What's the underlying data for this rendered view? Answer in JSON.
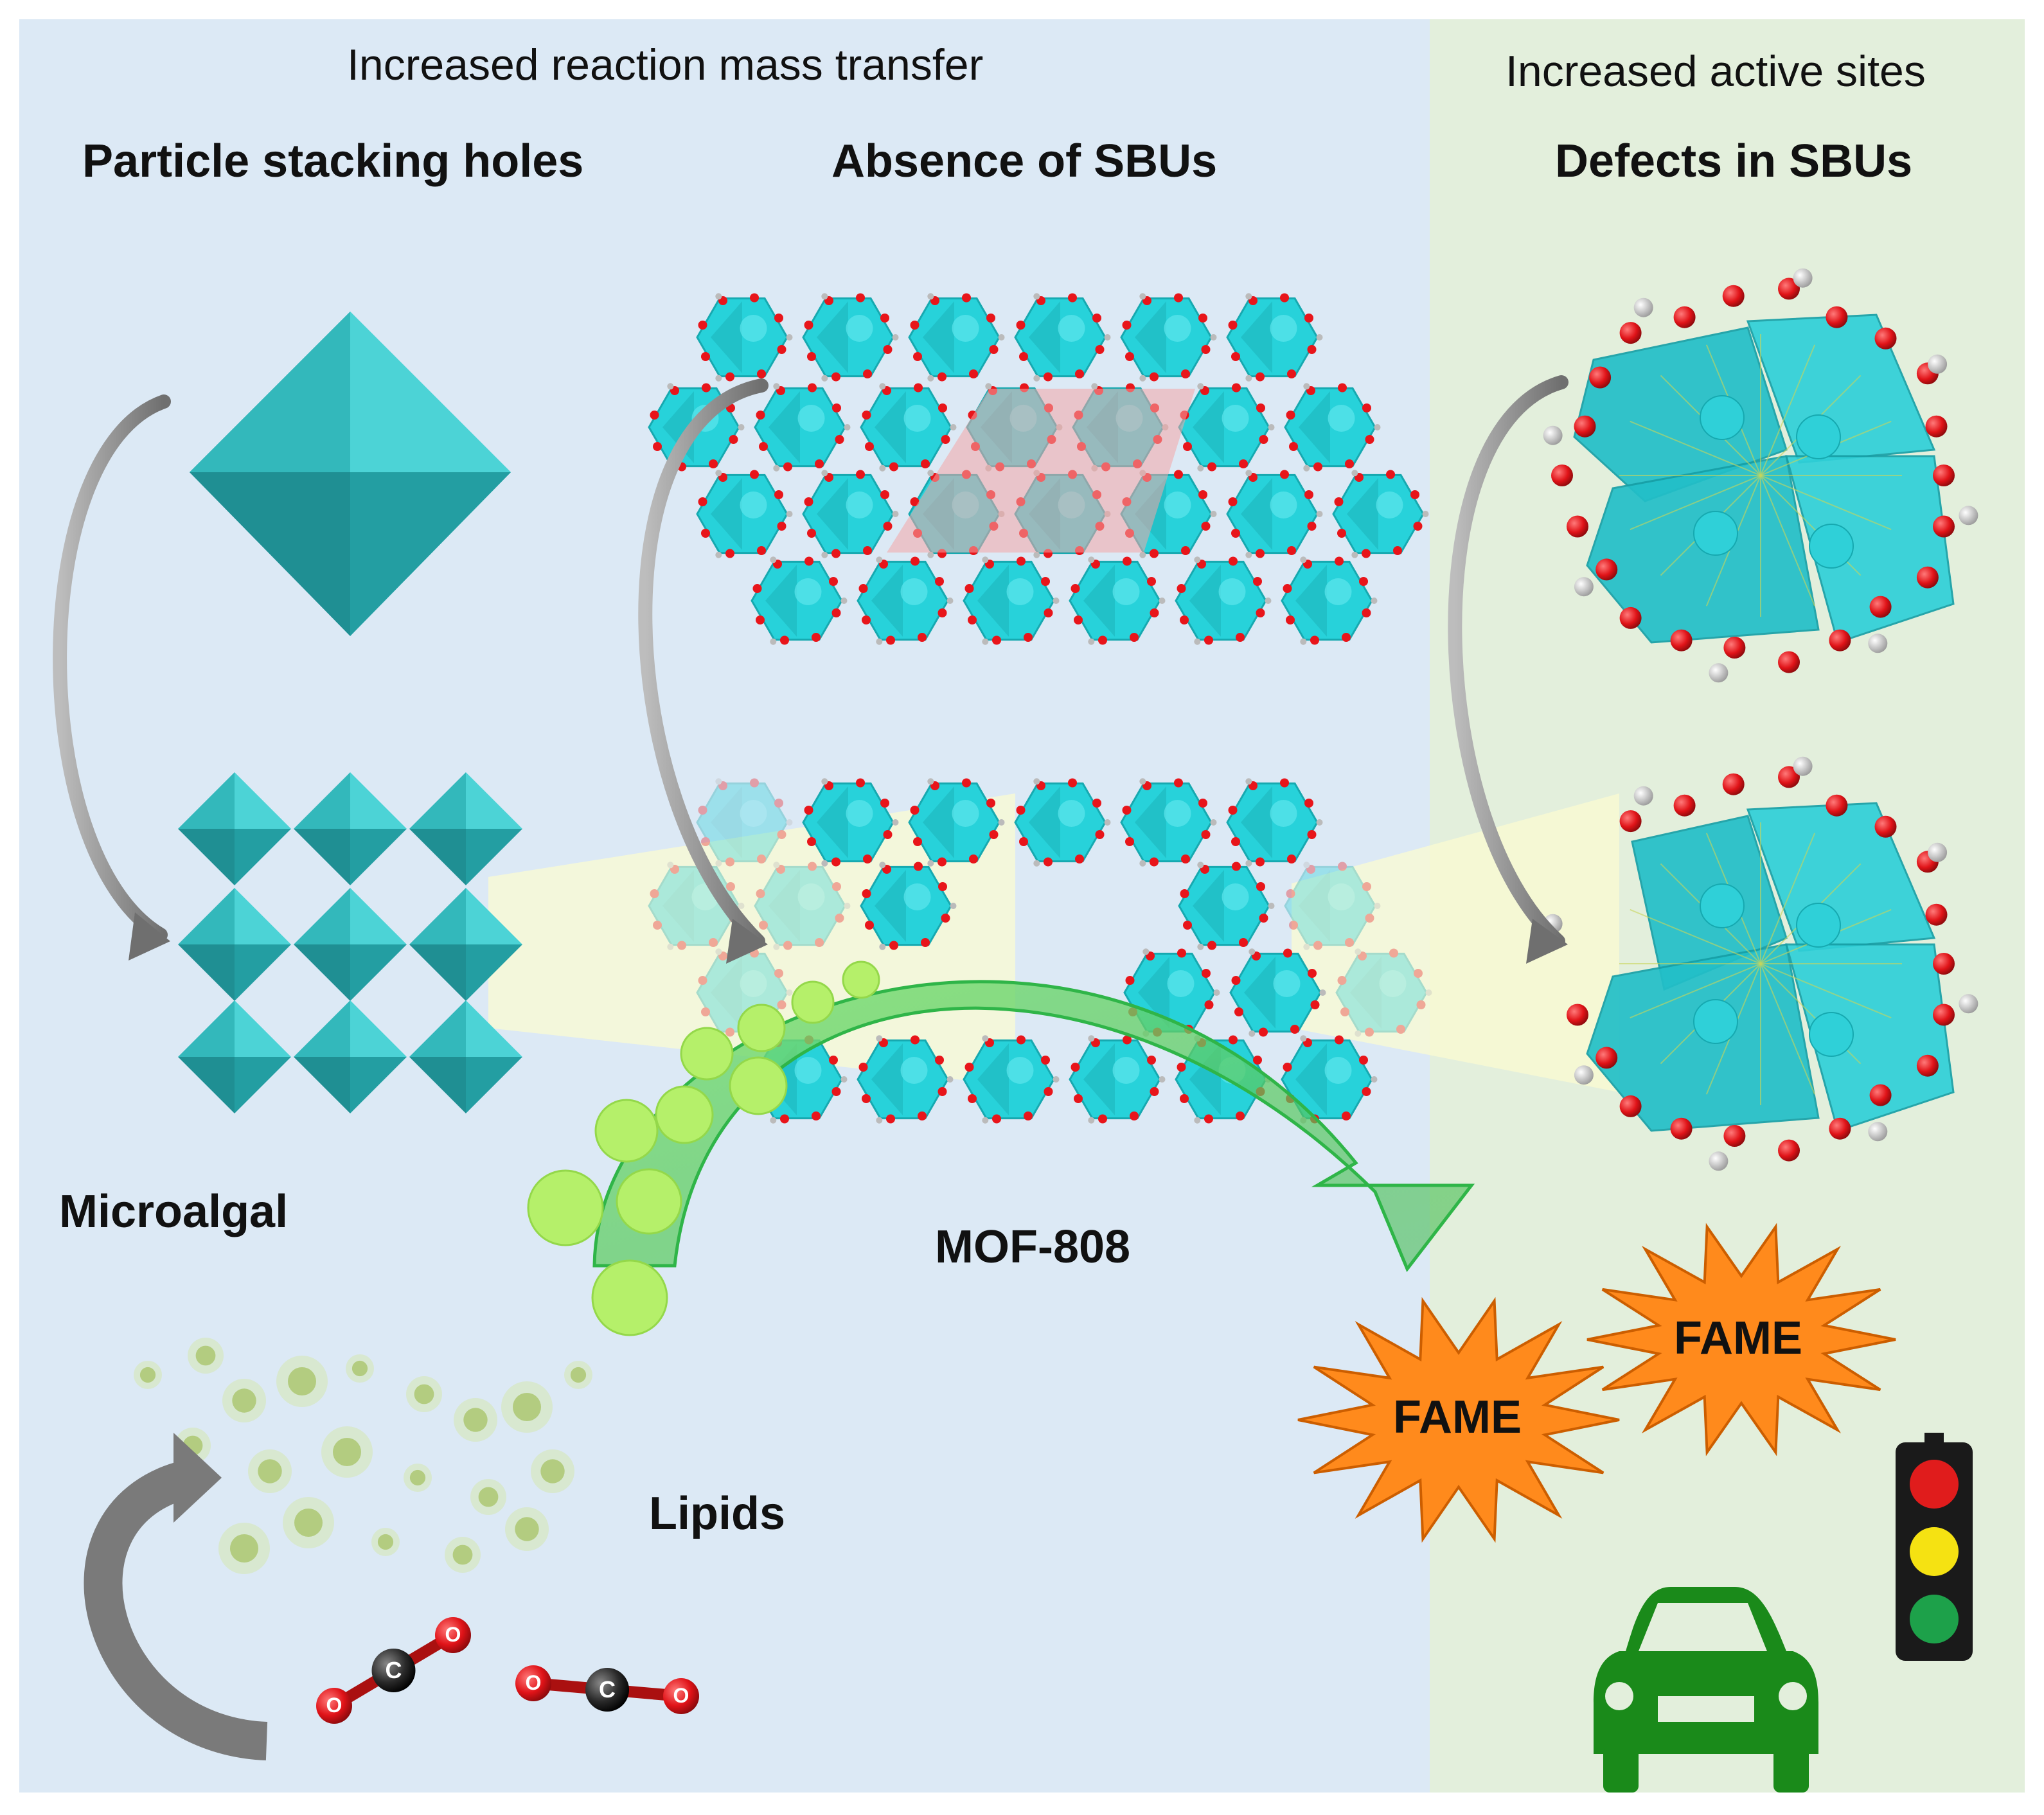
{
  "headers": {
    "mass_transfer": "Increased reaction mass transfer",
    "active_sites": "Increased active sites"
  },
  "sections": {
    "particle": "Particle stacking holes",
    "absence": "Absence of SBUs",
    "defects": "Defects in SBUs"
  },
  "labels": {
    "microalgal": "Microalgal",
    "lipids": "Lipids",
    "mof": "MOF-808",
    "fame_1": "FAME",
    "fame_2": "FAME",
    "co2_o": "O",
    "co2_c": "C"
  },
  "colors": {
    "left_panel": "#dce9f5",
    "right_panel": "#e3efdc",
    "teal": "#2bb5b8",
    "cyan_sbu": "#27d2da",
    "oxygen": "#e8151a",
    "lipid": "#b5f06a",
    "fame_burst": "#ff8a1c",
    "car": "#1a8a1a",
    "arrow_gray": "#8a8a8a",
    "flow_arrow": "#5fd06a",
    "defect_highlight": "#f4a6a6"
  },
  "icons": [
    "octahedron-icon",
    "sbu-cluster-icon",
    "co2-molecule-icon",
    "car-icon",
    "traffic-light-icon",
    "starburst-icon",
    "curved-arrow-icon"
  ]
}
